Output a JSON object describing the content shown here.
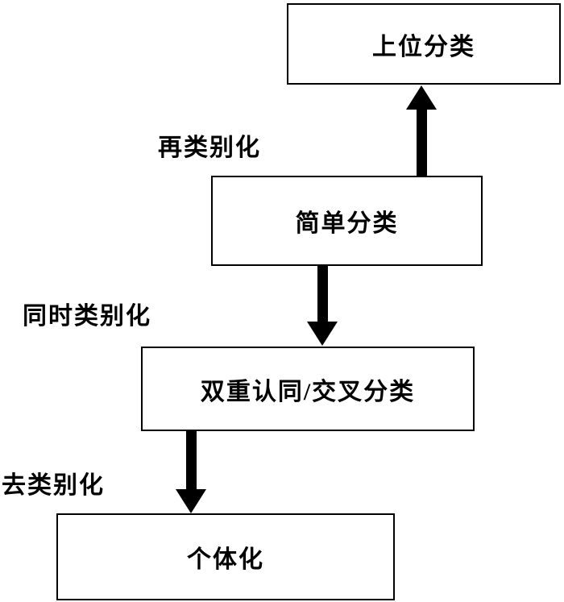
{
  "diagram": {
    "boxes": [
      {
        "label": "上位分类"
      },
      {
        "label": "简单分类"
      },
      {
        "label": "双重认同/交叉分类"
      },
      {
        "label": "个体化"
      }
    ],
    "arrow_labels": [
      {
        "label": "再类别化"
      },
      {
        "label": "同时类别化"
      },
      {
        "label": "去类别化"
      }
    ],
    "colors": {
      "line": "#000000",
      "background": "#ffffff"
    }
  }
}
